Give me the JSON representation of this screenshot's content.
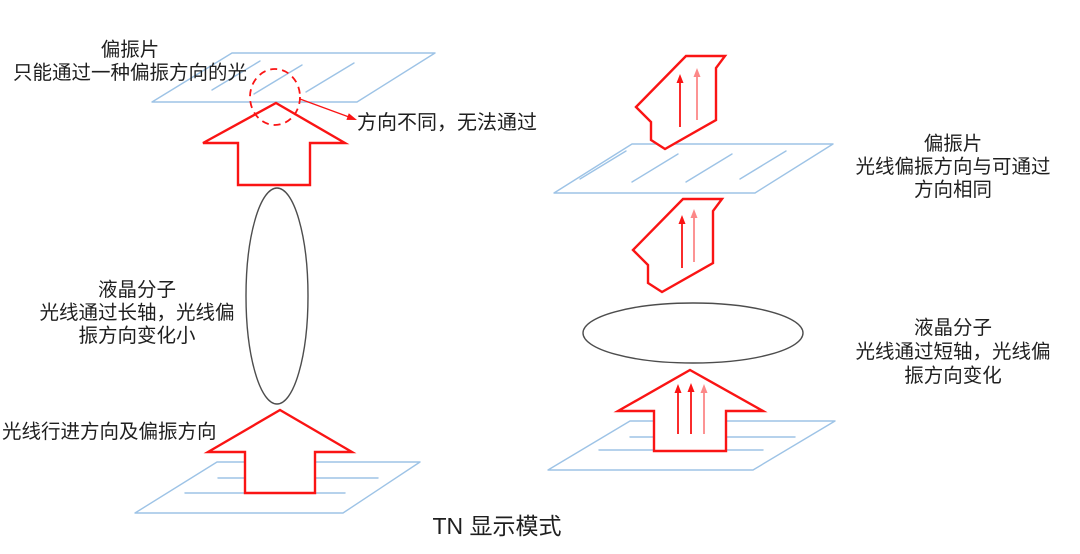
{
  "title": "TN 显示模式",
  "colors": {
    "red": "#fa1414",
    "blue": "#9dc3e6",
    "molecule": "#4d4d4d",
    "ink": "#1f1f1f"
  },
  "left": {
    "polarizer": {
      "line1": "偏振片",
      "line2": "只能通过一种偏振方向的光"
    },
    "blocked_note": "方向不同，无法通过",
    "molecule": {
      "line1": "液晶分子",
      "line2": "光线通过长轴，光线偏",
      "line3": "振方向变化小"
    },
    "light": "光线行进方向及偏振方向"
  },
  "right": {
    "polarizer": {
      "line1": "偏振片",
      "line2": "光线偏振方向与可通过",
      "line3": "方向相同"
    },
    "molecule": {
      "line1": "液晶分子",
      "line2": "光线通过短轴，光线偏",
      "line3": "振方向变化"
    }
  }
}
